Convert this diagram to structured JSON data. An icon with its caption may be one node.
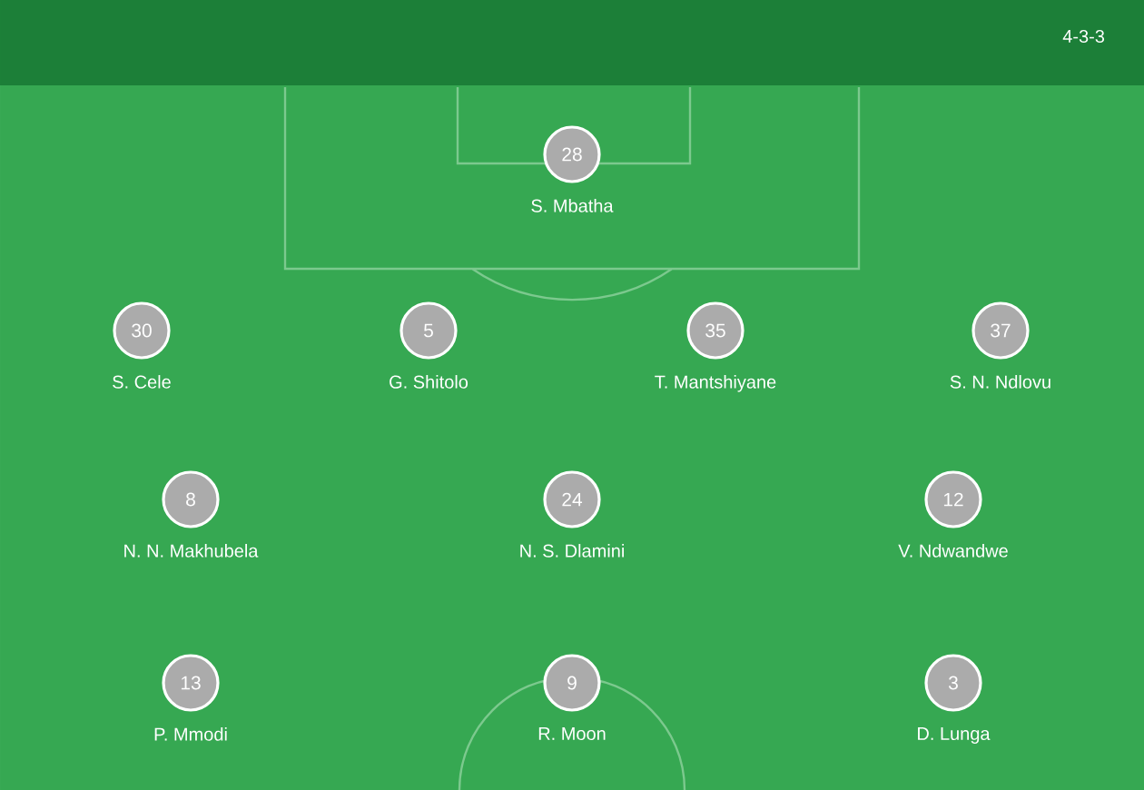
{
  "diagram": {
    "nodes": [
      {
        "text": [
          "28"
        ],
        "beside": [
          "S. Mbatha"
        ]
      },
      {
        "text": [
          "30"
        ],
        "beside": [
          "S. Cele"
        ]
      },
      {
        "text": [
          "5"
        ],
        "beside": [
          "G. Shitolo"
        ]
      },
      {
        "text": [
          "35"
        ],
        "beside": [
          "T. Mantshiyane"
        ]
      },
      {
        "text": [
          "37"
        ],
        "beside": [
          "S. N. Ndlovu"
        ]
      },
      {
        "text": [
          "8"
        ],
        "beside": [
          "N. N. Makhubela"
        ]
      },
      {
        "text": [
          "24"
        ],
        "beside": [
          "N. S. Dlamini"
        ]
      },
      {
        "text": [
          "12"
        ],
        "beside": [
          "V. Ndwandwe"
        ]
      },
      {
        "text": [
          "13"
        ],
        "beside": [
          "P. Mmodi"
        ]
      },
      {
        "text": [
          "9"
        ],
        "beside": [
          "R. Moon"
        ]
      },
      {
        "text": [
          "3"
        ],
        "beside": [
          "D. Lunga"
        ]
      }
    ],
    "labels": [
      "4-3-3"
    ]
  }
}
